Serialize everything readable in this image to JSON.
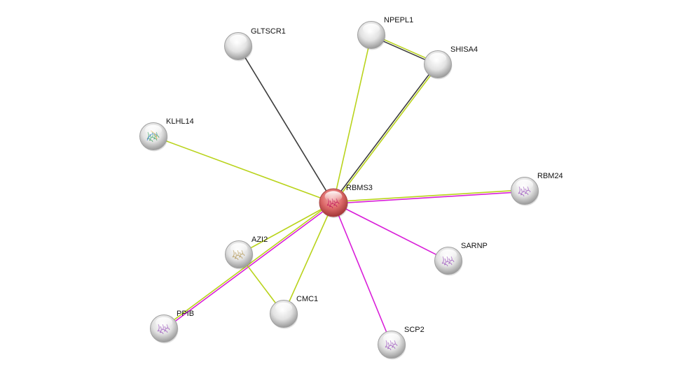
{
  "network": {
    "colors": {
      "textmining": "#b9d31b",
      "coexpression": "#3c3c3c",
      "experiments": "#d91ed9",
      "query_node": "#d84c4c",
      "node": "#d8d8d8"
    },
    "nodes": [
      {
        "id": "RBMS3",
        "label": "RBMS3",
        "query": true,
        "structure": "pink"
      },
      {
        "id": "GLTSCR1",
        "label": "GLTSCR1"
      },
      {
        "id": "NPEPL1",
        "label": "NPEPL1"
      },
      {
        "id": "SHISA4",
        "label": "SHISA4"
      },
      {
        "id": "KLHL14",
        "label": "KLHL14",
        "structure": "rainbow"
      },
      {
        "id": "RBM24",
        "label": "RBM24",
        "structure": "purple"
      },
      {
        "id": "SARNP",
        "label": "SARNP",
        "structure": "purple"
      },
      {
        "id": "AZI2",
        "label": "AZI2",
        "structure": "tan"
      },
      {
        "id": "CMC1",
        "label": "CMC1"
      },
      {
        "id": "PPIB",
        "label": "PPIB",
        "structure": "purple"
      },
      {
        "id": "SCP2",
        "label": "SCP2",
        "structure": "purple"
      }
    ],
    "edges": [
      {
        "from": "RBMS3",
        "to": "GLTSCR1",
        "types": [
          "coexpression"
        ]
      },
      {
        "from": "RBMS3",
        "to": "NPEPL1",
        "types": [
          "textmining"
        ]
      },
      {
        "from": "RBMS3",
        "to": "SHISA4",
        "types": [
          "coexpression",
          "textmining"
        ]
      },
      {
        "from": "NPEPL1",
        "to": "SHISA4",
        "types": [
          "textmining",
          "coexpression"
        ]
      },
      {
        "from": "RBMS3",
        "to": "KLHL14",
        "types": [
          "textmining"
        ]
      },
      {
        "from": "RBMS3",
        "to": "RBM24",
        "types": [
          "textmining",
          "experiments"
        ]
      },
      {
        "from": "RBMS3",
        "to": "SARNP",
        "types": [
          "experiments"
        ]
      },
      {
        "from": "RBMS3",
        "to": "SCP2",
        "types": [
          "experiments"
        ]
      },
      {
        "from": "RBMS3",
        "to": "CMC1",
        "types": [
          "textmining"
        ]
      },
      {
        "from": "RBMS3",
        "to": "AZI2",
        "types": [
          "textmining"
        ]
      },
      {
        "from": "RBMS3",
        "to": "PPIB",
        "types": [
          "experiments",
          "textmining"
        ]
      },
      {
        "from": "AZI2",
        "to": "CMC1",
        "types": [
          "textmining"
        ]
      }
    ]
  }
}
